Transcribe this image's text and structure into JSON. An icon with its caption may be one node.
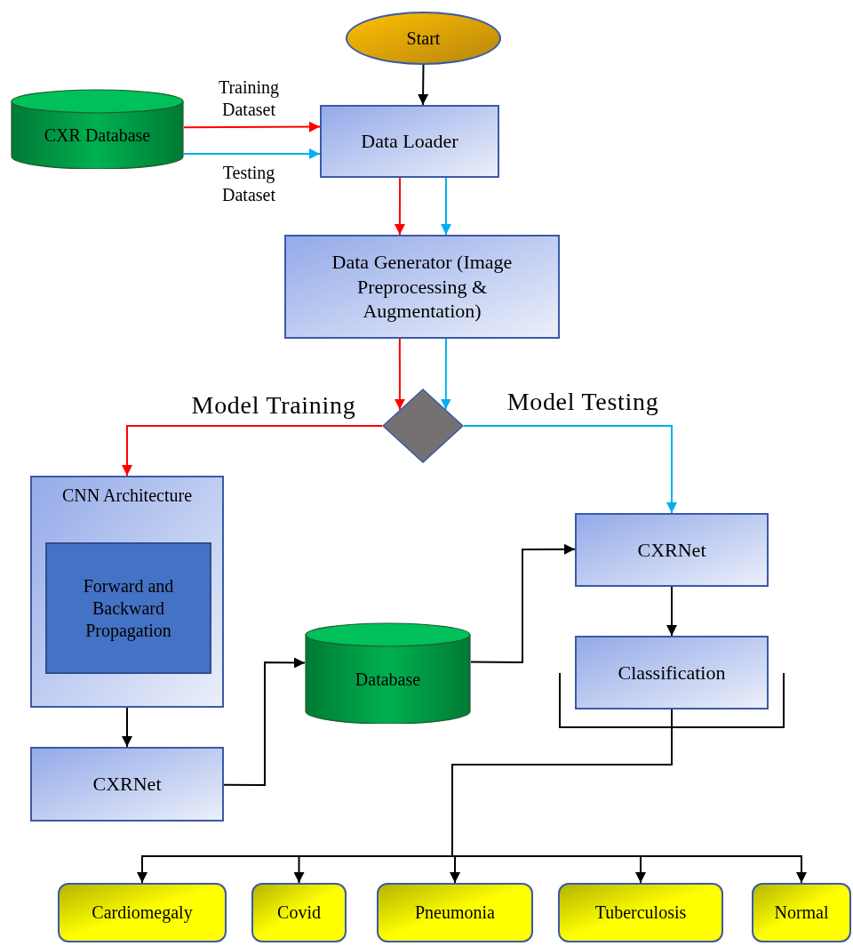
{
  "diagram": {
    "nodes": [
      {
        "text": [
          "Start"
        ]
      },
      {
        "text": [
          "CXR Database"
        ]
      },
      {
        "text": [
          "Data Loader"
        ]
      },
      {
        "text": [
          "Data Generator (Image Preprocessing & Augmentation)"
        ]
      },
      {
        "text": [],
        "shape": "diamond"
      },
      {
        "text": [
          "CNN Architecture"
        ]
      },
      {
        "text": [
          "Forward and Backward Propagation"
        ],
        "in": 5
      },
      {
        "text": [
          "CXRNet"
        ]
      },
      {
        "text": [
          "Database"
        ]
      },
      {
        "text": [
          "CXRNet"
        ]
      },
      {
        "text": [
          "Classification"
        ]
      },
      {
        "text": [
          "Cardiomegaly"
        ]
      },
      {
        "text": [
          "Covid"
        ]
      },
      {
        "text": [
          "Pneumonia"
        ]
      },
      {
        "text": [
          "Tuberculosis"
        ]
      },
      {
        "text": [
          "Normal"
        ]
      }
    ],
    "edges": [
      {
        "from": 0,
        "to": 2,
        "arrow": "to"
      },
      {
        "from": 1,
        "to": 2,
        "arrow": "to",
        "label": "Training Dataset",
        "color": "#ff0000"
      },
      {
        "from": 1,
        "to": 2,
        "arrow": "to",
        "label": "Testing Dataset",
        "color": "#00b0f0"
      },
      {
        "from": 2,
        "to": 3,
        "arrow": "to",
        "color": "#ff0000"
      },
      {
        "from": 2,
        "to": 3,
        "arrow": "to",
        "color": "#00b0f0"
      },
      {
        "from": 3,
        "to": 4,
        "arrow": "to",
        "color": "#ff0000"
      },
      {
        "from": 3,
        "to": 4,
        "arrow": "to",
        "color": "#00b0f0"
      },
      {
        "from": 4,
        "to": 5,
        "arrow": "to",
        "label": "Model Training",
        "color": "#ff0000"
      },
      {
        "from": 4,
        "to": 9,
        "arrow": "to",
        "label": "Model Testing",
        "color": "#00b0f0"
      },
      {
        "from": 5,
        "to": 7,
        "arrow": "to"
      },
      {
        "from": 7,
        "to": 8,
        "arrow": "to"
      },
      {
        "from": 8,
        "to": 9,
        "arrow": "to"
      },
      {
        "from": 9,
        "to": 10,
        "arrow": "to"
      },
      {
        "from": 10,
        "to": 11,
        "arrow": "to"
      },
      {
        "from": 10,
        "to": 12,
        "arrow": "to"
      },
      {
        "from": 10,
        "to": 13,
        "arrow": "to"
      },
      {
        "from": 10,
        "to": 14,
        "arrow": "to"
      },
      {
        "from": 10,
        "to": 15,
        "arrow": "to"
      }
    ]
  }
}
